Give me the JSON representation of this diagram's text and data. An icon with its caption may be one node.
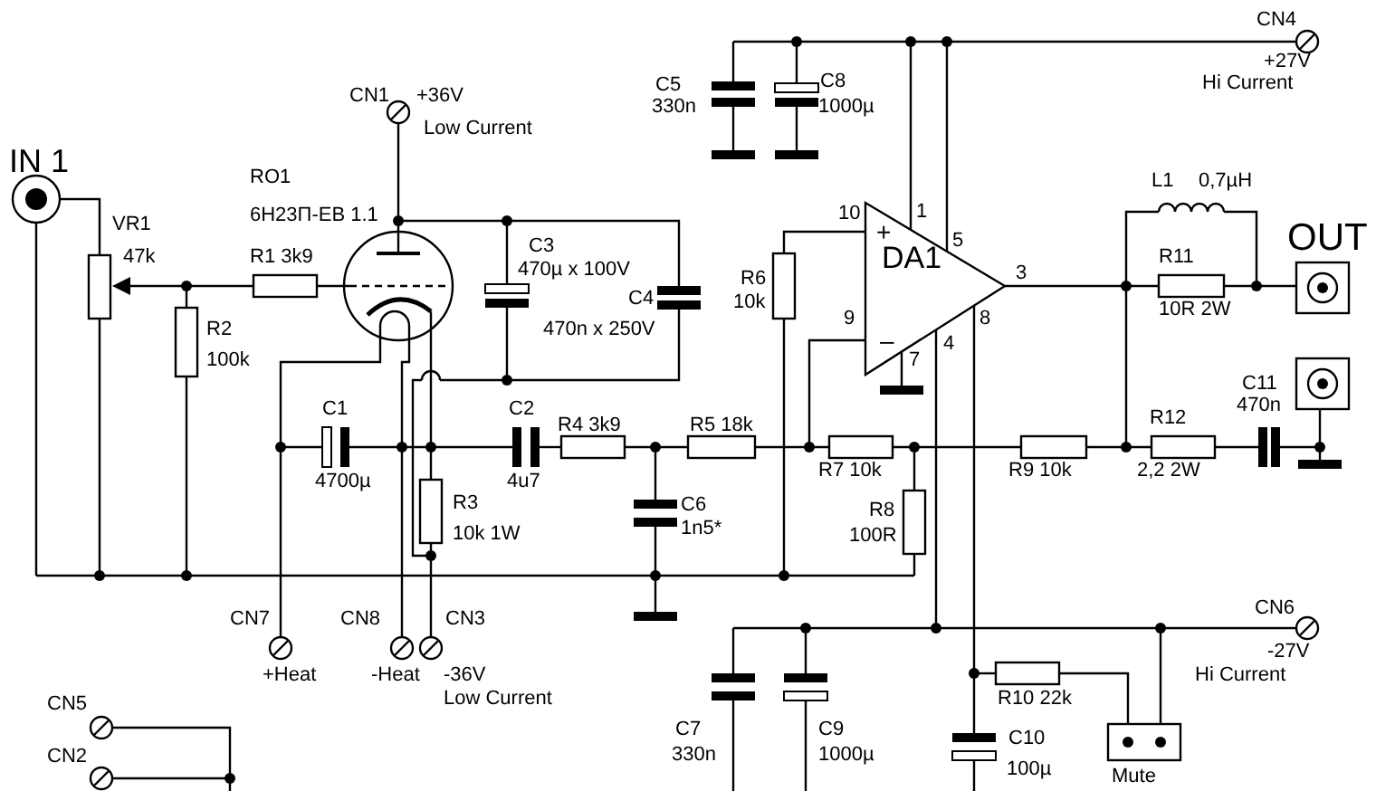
{
  "diagram": {
    "labels": [
      "CN4",
      "CN1",
      "+36V",
      "+27V",
      "C5",
      "C8",
      "Hi Current",
      "330n",
      "1000µ",
      "Low Current",
      "IN 1",
      "RO1",
      "6Н23П-ЕВ 1.1",
      "L1",
      "0,7µH",
      "VR1",
      "10",
      "1",
      "+",
      "C3",
      "470µ x 100V",
      "47k",
      "R1 3k9",
      "5",
      "DA1",
      "R11",
      "OUT",
      "R6",
      "3",
      "C4",
      "10k",
      "10R 2W",
      "R2",
      "9",
      "470n x 250V",
      "8",
      "–",
      "4",
      "100k",
      "7",
      "C11",
      "C1",
      "C2",
      "470n",
      "R4 3k9",
      "R5 18k",
      "R12",
      "R7 10k",
      "R9 10k",
      "2,2 2W",
      "4700µ",
      "4u7",
      "R3",
      "C6",
      "R8",
      "10k 1W",
      "1n5*",
      "100R",
      "CN7",
      "CN8",
      "CN3",
      "CN6",
      "+Heat",
      "-Heat",
      "-36V",
      "-27V",
      "Low Current",
      "Hi Current",
      "CN5",
      "C7",
      "R10 22k",
      "C9",
      "C10",
      "CN2",
      "330n",
      "1000µ",
      "100µ",
      "Mute"
    ]
  }
}
